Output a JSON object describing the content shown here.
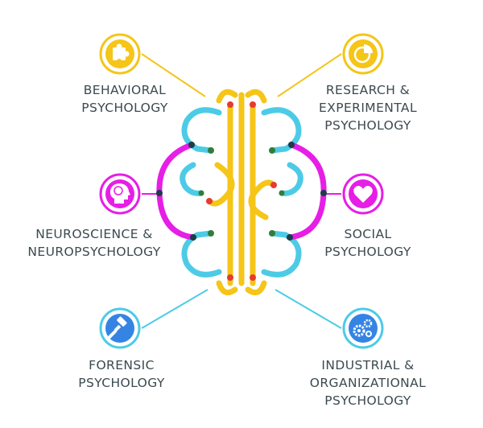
{
  "colors": {
    "yellow": "#f5c518",
    "cyan": "#4dcbe6",
    "magenta": "#e61ee6",
    "blue": "#3584e4",
    "text": "#3b4a4f"
  },
  "categories": [
    {
      "id": "behavioral",
      "lines": [
        "BEHAVIORAL",
        "PSYCHOLOGY"
      ],
      "icon": "puzzle-icon",
      "color": "yellow"
    },
    {
      "id": "research",
      "lines": [
        "RESEARCH &",
        "EXPERIMENTAL",
        "PSYCHOLOGY"
      ],
      "icon": "pie-chart-icon",
      "color": "yellow"
    },
    {
      "id": "neuroscience",
      "lines": [
        "NEUROSCIENCE &",
        "NEUROPSYCHOLOGY"
      ],
      "icon": "head-brain-icon",
      "color": "magenta"
    },
    {
      "id": "social",
      "lines": [
        "SOCIAL",
        "PSYCHOLOGY"
      ],
      "icon": "heart-icon",
      "color": "magenta"
    },
    {
      "id": "forensic",
      "lines": [
        "FORENSIC",
        "PSYCHOLOGY"
      ],
      "icon": "gavel-icon",
      "color": "blue"
    },
    {
      "id": "industrial",
      "lines": [
        "INDUSTRIAL &",
        "ORGANIZATIONAL",
        "PSYCHOLOGY"
      ],
      "icon": "gears-icon",
      "color": "blue"
    }
  ]
}
